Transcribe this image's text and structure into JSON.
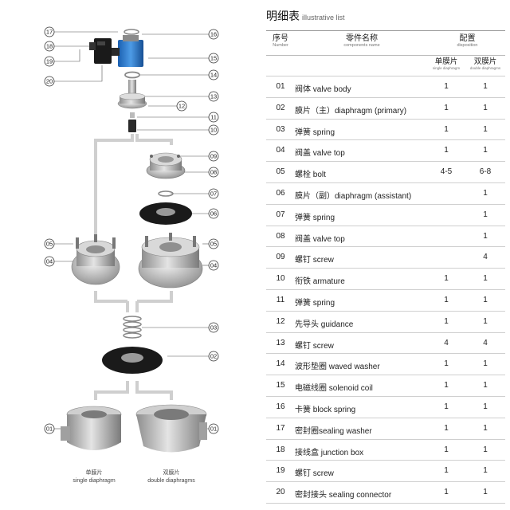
{
  "title": {
    "zh": "明细表",
    "en": "illustrative list"
  },
  "header": {
    "no_zh": "序号",
    "no_en": "Number",
    "name_zh": "零件名称",
    "name_en": "components name",
    "disp_zh": "配置",
    "disp_en": "disposition",
    "single_zh": "单膜片",
    "single_en": "single diaphragm",
    "double_zh": "双膜片",
    "double_en": "double diaphragms"
  },
  "parts": [
    {
      "no": "01",
      "name": "阀体 valve body",
      "single": "1",
      "double": "1"
    },
    {
      "no": "02",
      "name": "膜片（主）diaphragm (primary)",
      "single": "1",
      "double": "1"
    },
    {
      "no": "03",
      "name": "弹簧 spring",
      "single": "1",
      "double": "1"
    },
    {
      "no": "04",
      "name": "阀盖 valve top",
      "single": "1",
      "double": "1"
    },
    {
      "no": "05",
      "name": "螺栓 bolt",
      "single": "4-5",
      "double": "6-8"
    },
    {
      "no": "06",
      "name": "膜片（副）diaphragm (assistant)",
      "single": "",
      "double": "1"
    },
    {
      "no": "07",
      "name": "弹簧 spring",
      "single": "",
      "double": "1"
    },
    {
      "no": "08",
      "name": "阀盖 valve top",
      "single": "",
      "double": "1"
    },
    {
      "no": "09",
      "name": "螺钉 screw",
      "single": "",
      "double": "4"
    },
    {
      "no": "10",
      "name": "衔铁 armature",
      "single": "1",
      "double": "1"
    },
    {
      "no": "11",
      "name": "弹簧 spring",
      "single": "1",
      "double": "1"
    },
    {
      "no": "12",
      "name": "先导头 guidance",
      "single": "1",
      "double": "1"
    },
    {
      "no": "13",
      "name": "螺钉 screw",
      "single": "4",
      "double": "4"
    },
    {
      "no": "14",
      "name": "波形垫圈 waved washer",
      "single": "1",
      "double": "1"
    },
    {
      "no": "15",
      "name": "电磁线圈 solenoid coil",
      "single": "1",
      "double": "1"
    },
    {
      "no": "16",
      "name": "卡簧 block spring",
      "single": "1",
      "double": "1"
    },
    {
      "no": "17",
      "name": "密封圈sealing washer",
      "single": "1",
      "double": "1"
    },
    {
      "no": "18",
      "name": "接线盒 junction box",
      "single": "1",
      "double": "1"
    },
    {
      "no": "19",
      "name": "螺钉  screw",
      "single": "1",
      "double": "1"
    },
    {
      "no": "20",
      "name": "密封接头 sealing connector",
      "single": "1",
      "double": "1"
    }
  ],
  "captions": {
    "single_zh": "单膜片",
    "single_en": "single diaphragm",
    "double_zh": "双膜片",
    "double_en": "double diaphragms"
  },
  "callouts": [
    "01",
    "02",
    "03",
    "04",
    "05",
    "06",
    "07",
    "08",
    "09",
    "10",
    "11",
    "12",
    "13",
    "14",
    "15",
    "16",
    "17",
    "18",
    "19",
    "20"
  ]
}
